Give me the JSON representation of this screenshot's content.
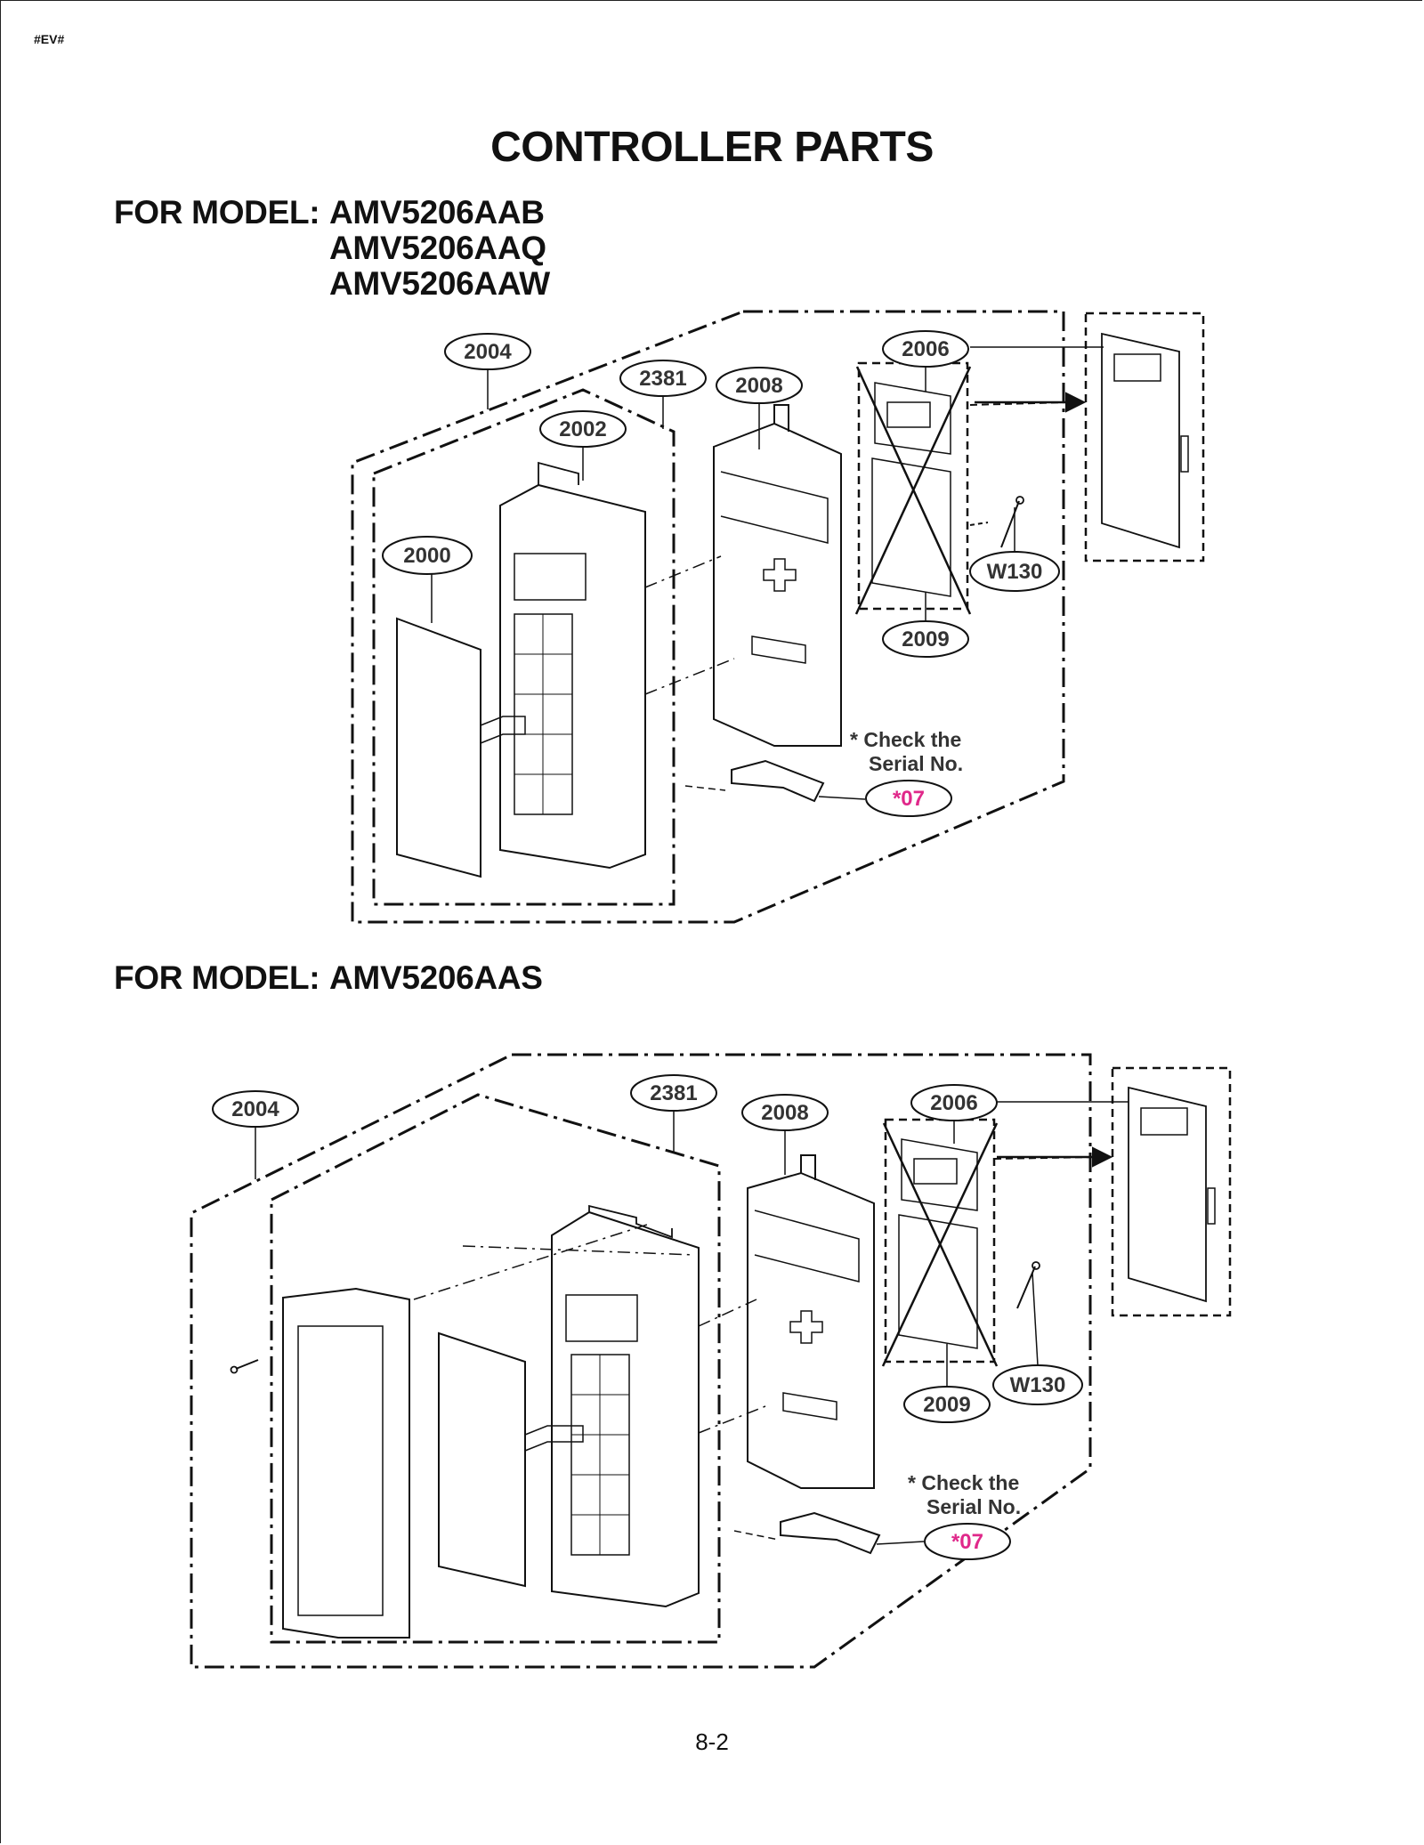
{
  "page": {
    "tag": "#EV#",
    "title": "CONTROLLER PARTS",
    "page_number": "8-2"
  },
  "section1": {
    "label": "FOR MODEL:",
    "models": [
      "AMV5206AAB",
      "AMV5206AAQ",
      "AMV5206AAW"
    ],
    "callouts": {
      "c2004": "2004",
      "c2381": "2381",
      "c2008": "2008",
      "c2006": "2006",
      "c2002": "2002",
      "c2000": "2000",
      "cW130": "W130",
      "c2009": "2009",
      "c07": "*07"
    },
    "note_line1": "* Check the",
    "note_line2": "Serial No."
  },
  "section2": {
    "label": "FOR MODEL:",
    "models": [
      "AMV5206AAS"
    ],
    "callouts": {
      "c2004": "2004",
      "c2381": "2381",
      "c2008": "2008",
      "c2006": "2006",
      "cW130": "W130",
      "c2009": "2009",
      "c07": "*07"
    },
    "note_line1": "* Check the",
    "note_line2": "Serial No."
  },
  "colors": {
    "ink": "#111111",
    "callout_text": "#333333",
    "accent_magenta": "#e0288a"
  }
}
